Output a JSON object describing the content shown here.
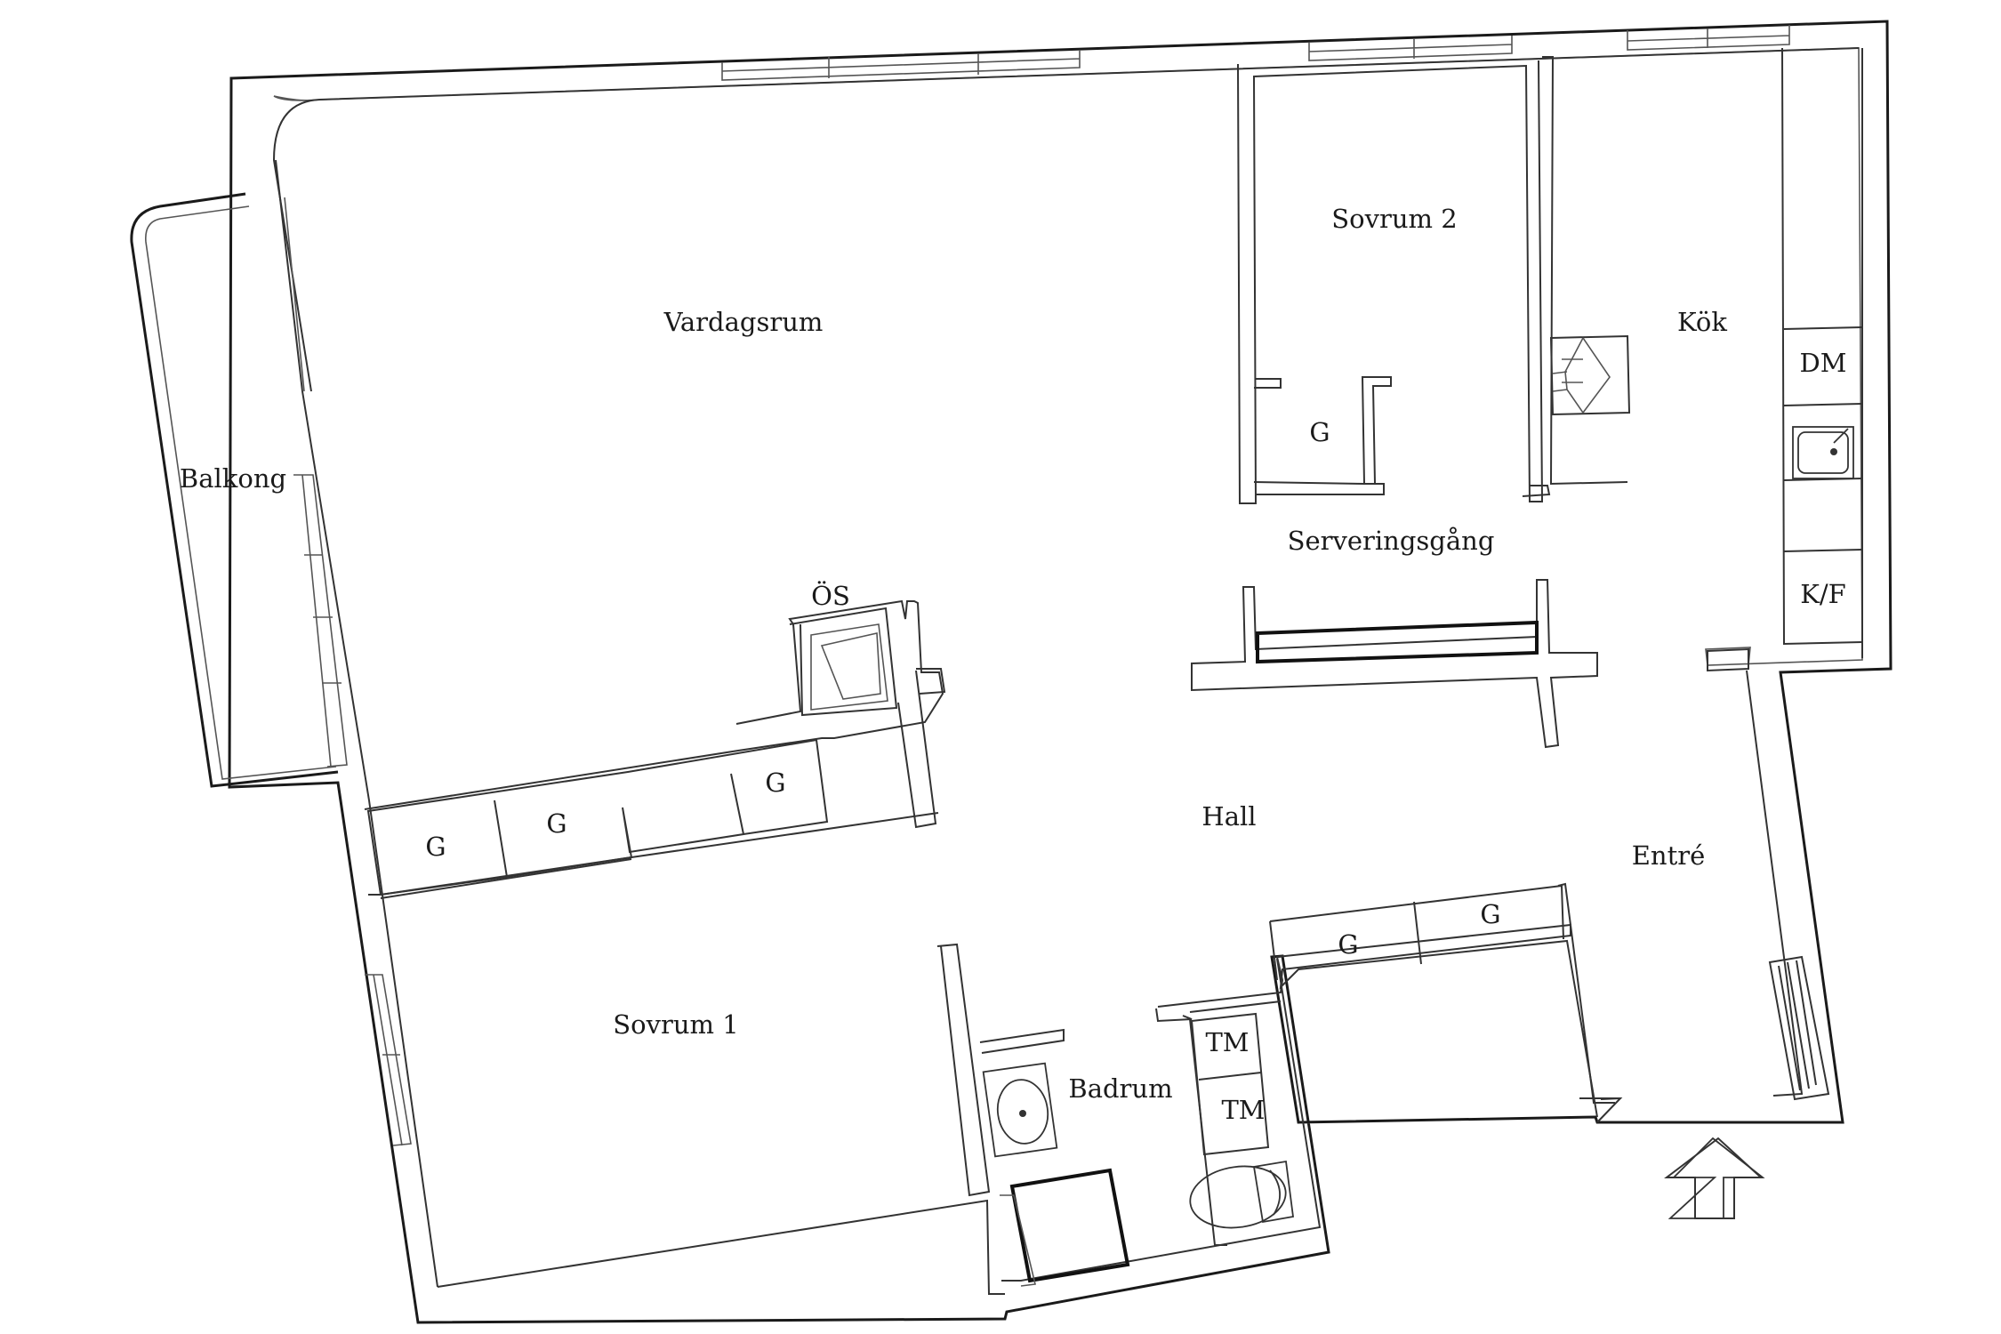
{
  "rooms": {
    "vardagsrum": "Vardagsrum",
    "sovrum2": "Sovrum 2",
    "kok": "Kök",
    "balkong": "Balkong",
    "serveringsgang": "Serveringsgång",
    "hall": "Hall",
    "entre": "Entré",
    "sovrum1": "Sovrum 1",
    "badrum": "Badrum"
  },
  "fixtures": {
    "os": "ÖS",
    "dm": "DM",
    "kf": "K/F",
    "g_sovrum2": "G",
    "g_hall_1": "G",
    "g_hall_2": "G",
    "g_hall_3": "G",
    "g_entre_1": "G",
    "g_entre_2": "G",
    "tm_1": "TM",
    "tm_2": "TM"
  },
  "colors": {
    "wall": "#1a1a1a",
    "background": "#ffffff"
  },
  "icons": {
    "entrance": "entrance-arrow-icon",
    "sink": "sink-icon",
    "toilet": "toilet-icon",
    "stove": "stove-icon",
    "fireplace": "fireplace-icon",
    "radiator": "radiator-icon"
  }
}
